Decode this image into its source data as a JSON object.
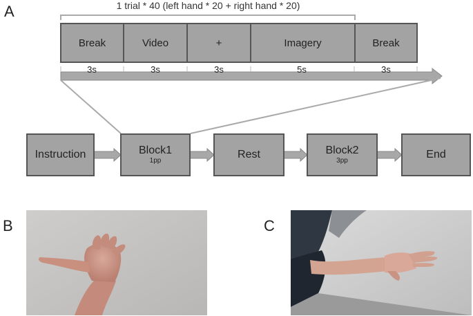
{
  "panels": {
    "a": "A",
    "b": "B",
    "c": "C"
  },
  "trial": {
    "caption": "1 trial * 40 (left hand * 20 + right hand * 20)",
    "segments": [
      "Break",
      "Video",
      "+",
      "Imagery",
      "Break"
    ],
    "durations": [
      "3s",
      "3s",
      "3s",
      "5s",
      "3s"
    ]
  },
  "flow": {
    "instruction": "Instruction",
    "block1": "Block1",
    "block1_sub": "1pp",
    "rest": "Rest",
    "block2": "Block2",
    "block2_sub": "3pp",
    "end": "End"
  },
  "colors": {
    "box_fill": "#a3a3a3",
    "box_border": "#555555",
    "arrow": "#a8a8a8"
  }
}
